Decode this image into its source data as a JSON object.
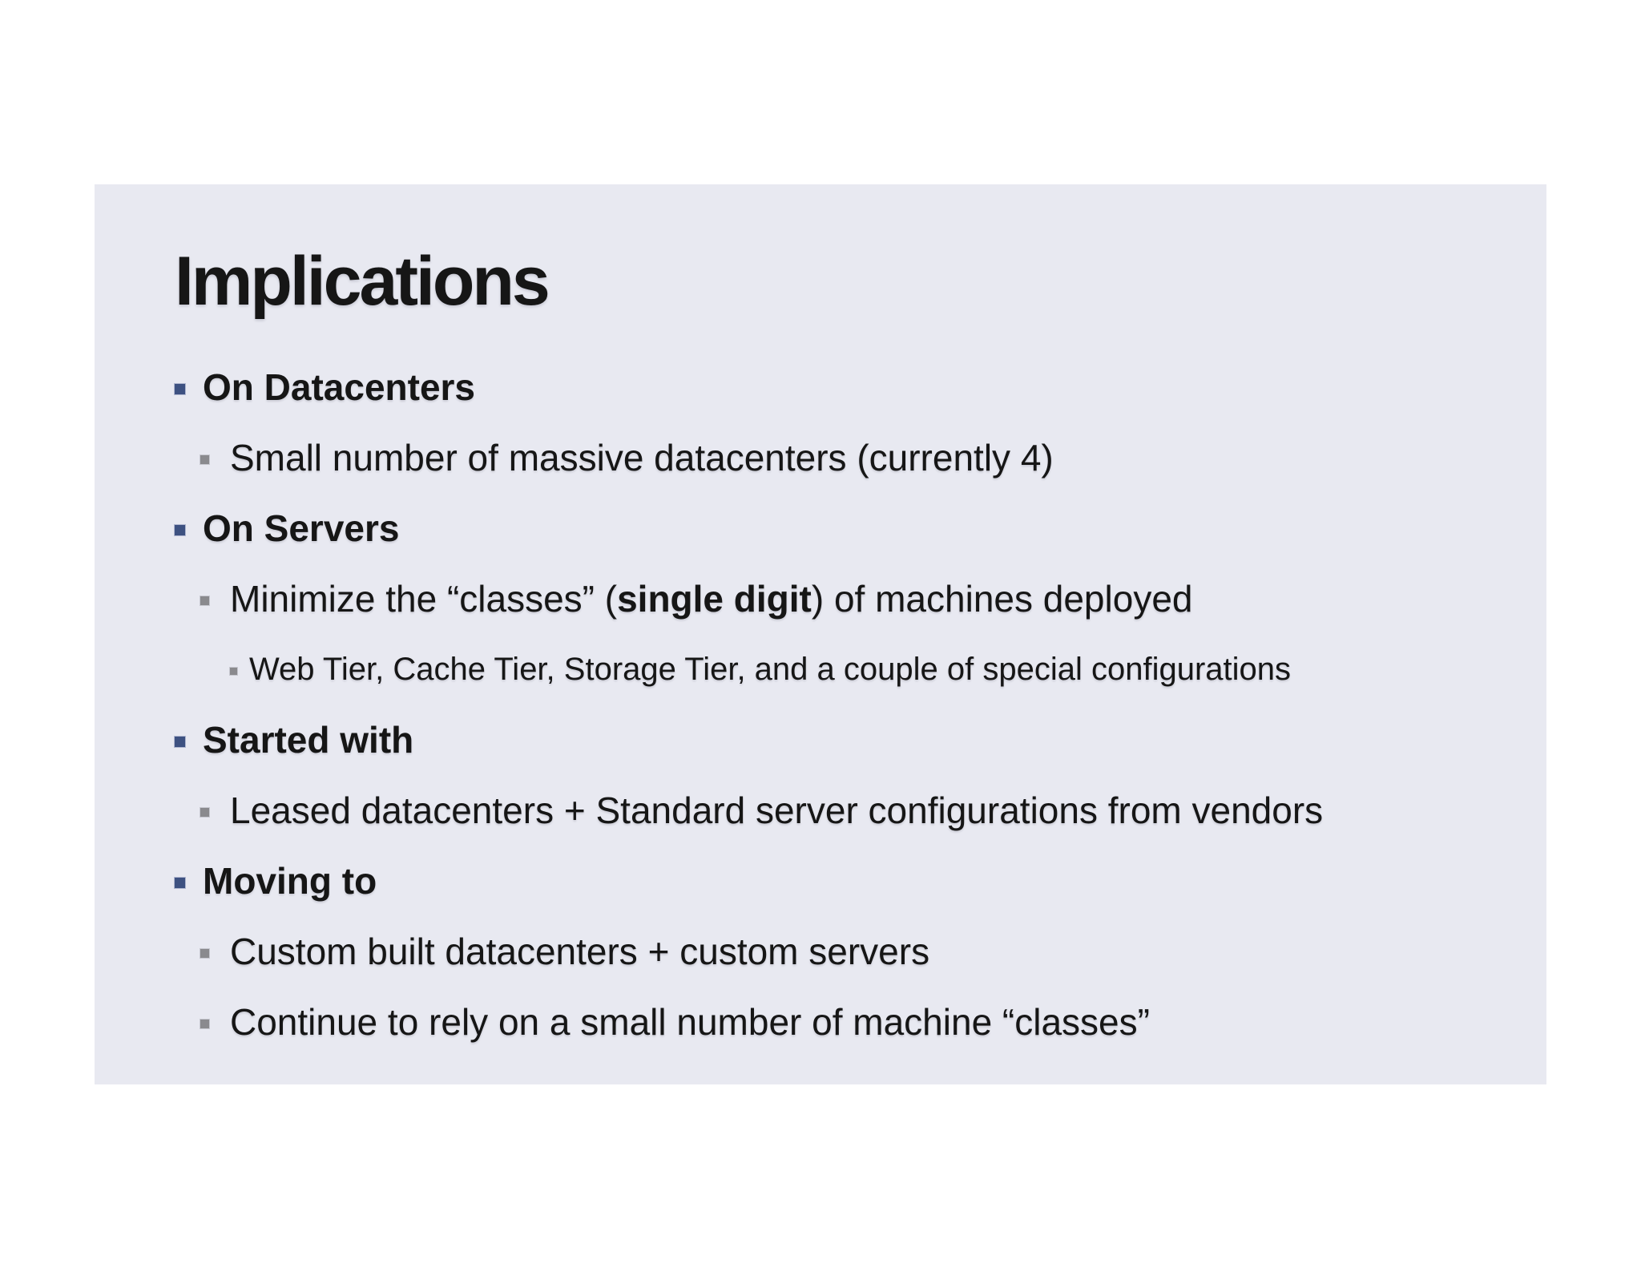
{
  "slide": {
    "title": "Implications",
    "colors": {
      "page_background": "#FFFFFF",
      "slide_background": "#E8E9F1",
      "text": "#161616",
      "bullet_level1": "#3D5181",
      "bullet_level2": "#8A8A8E"
    },
    "bullets": [
      {
        "level": 1,
        "segments": [
          {
            "text": "On Datacenters",
            "bold": true
          }
        ]
      },
      {
        "level": 2,
        "segments": [
          {
            "text": "Small number of massive datacenters (currently 4)",
            "bold": false
          }
        ]
      },
      {
        "level": 1,
        "segments": [
          {
            "text": "On Servers",
            "bold": true
          }
        ]
      },
      {
        "level": 2,
        "segments": [
          {
            "text": "Minimize the “classes” (",
            "bold": false
          },
          {
            "text": "single digit",
            "bold": true
          },
          {
            "text": ") of machines deployed",
            "bold": false
          }
        ]
      },
      {
        "level": 3,
        "segments": [
          {
            "text": "Web Tier, Cache Tier, Storage Tier, and a couple of special configurations",
            "bold": false
          }
        ]
      },
      {
        "level": 1,
        "segments": [
          {
            "text": "Started with",
            "bold": true
          }
        ]
      },
      {
        "level": 2,
        "segments": [
          {
            "text": "Leased datacenters + Standard server configurations from vendors",
            "bold": false
          }
        ]
      },
      {
        "level": 1,
        "segments": [
          {
            "text": "Moving to",
            "bold": true
          }
        ]
      },
      {
        "level": 2,
        "segments": [
          {
            "text": "Custom built datacenters + custom servers",
            "bold": false
          }
        ]
      },
      {
        "level": 2,
        "segments": [
          {
            "text": "Continue to rely on a small number of machine “classes”",
            "bold": false
          }
        ]
      }
    ]
  }
}
